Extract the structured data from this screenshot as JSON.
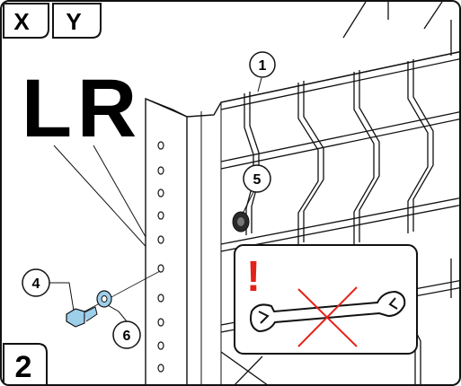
{
  "tabs": [
    {
      "label": "X"
    },
    {
      "label": "Y"
    }
  ],
  "step": "2",
  "sides": {
    "left": "L",
    "right": "R"
  },
  "callouts": [
    {
      "label": "1"
    },
    {
      "label": "5"
    },
    {
      "label": "4"
    },
    {
      "label": "6"
    }
  ],
  "warning": {
    "mark": "!",
    "icon": "no-wrench-icon"
  },
  "colors": {
    "line": "#111111",
    "part": "#9ecfea",
    "warning": "#e32219",
    "panel": "#ffffff"
  }
}
